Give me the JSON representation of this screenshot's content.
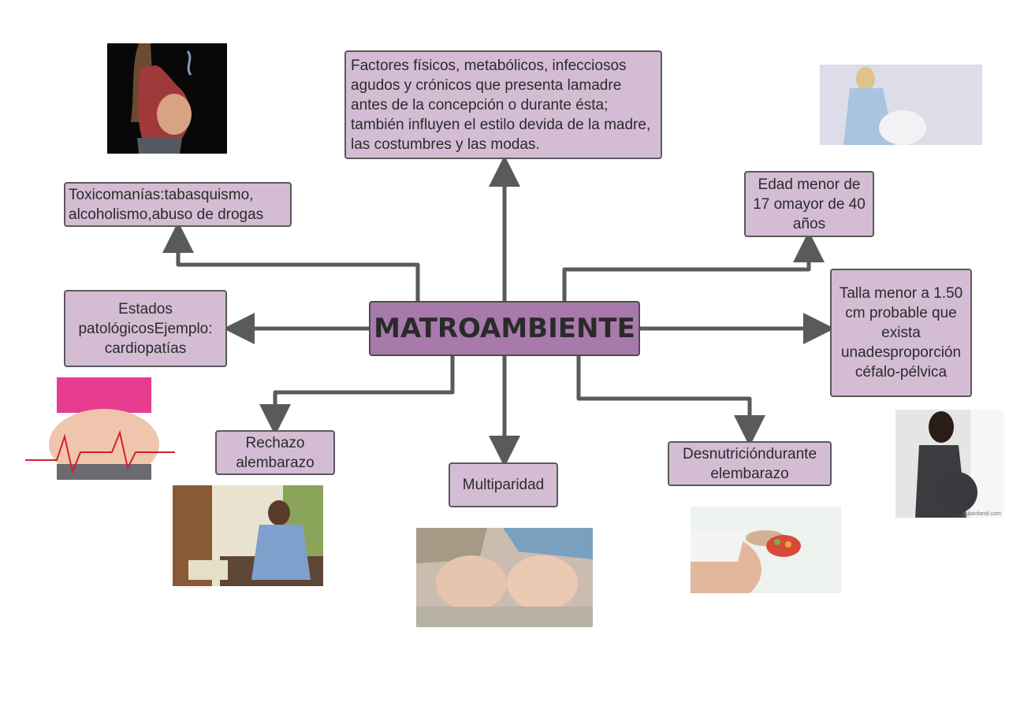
{
  "center": {
    "label": "MATROAMBIENTE",
    "color": "#a87aab"
  },
  "node_color": "#d4bcd4",
  "line_color": "#5a5a5a",
  "nodes": {
    "factores": "Factores físicos, metabólicos, infecciosos agudos y crónicos que presenta lamadre antes de la concepción o durante ésta; también influyen el estilo devida de la madre, las costumbres y las modas.",
    "toxicomanias": "Toxicomanías:tabasquismo, alcoholismo,abuso de drogas",
    "edad": "Edad menor de 17 omayor de 40 años",
    "estados": "Estados patológicosEjemplo: cardiopatías",
    "talla": "Talla menor a 1.50 cm probable que exista unadesproporción céfalo-pélvica",
    "rechazo": "Rechazo alembarazo",
    "multiparidad": "Multiparidad",
    "desnutricion": "Desnutricióndurante elembarazo"
  },
  "photos": {
    "smoking": "pregnant-woman-smoking-photo",
    "standing": "pregnant-woman-standing-photo",
    "heartbeat": "pregnant-belly-heartbeat-photo",
    "sad": "pregnant-woman-worried-photo",
    "babies": "twin-babies-photo",
    "fruit": "pregnant-belly-fruit-bowl-photo",
    "side": "pregnant-woman-profile-photo",
    "watermark": "guiainfantil.com"
  }
}
